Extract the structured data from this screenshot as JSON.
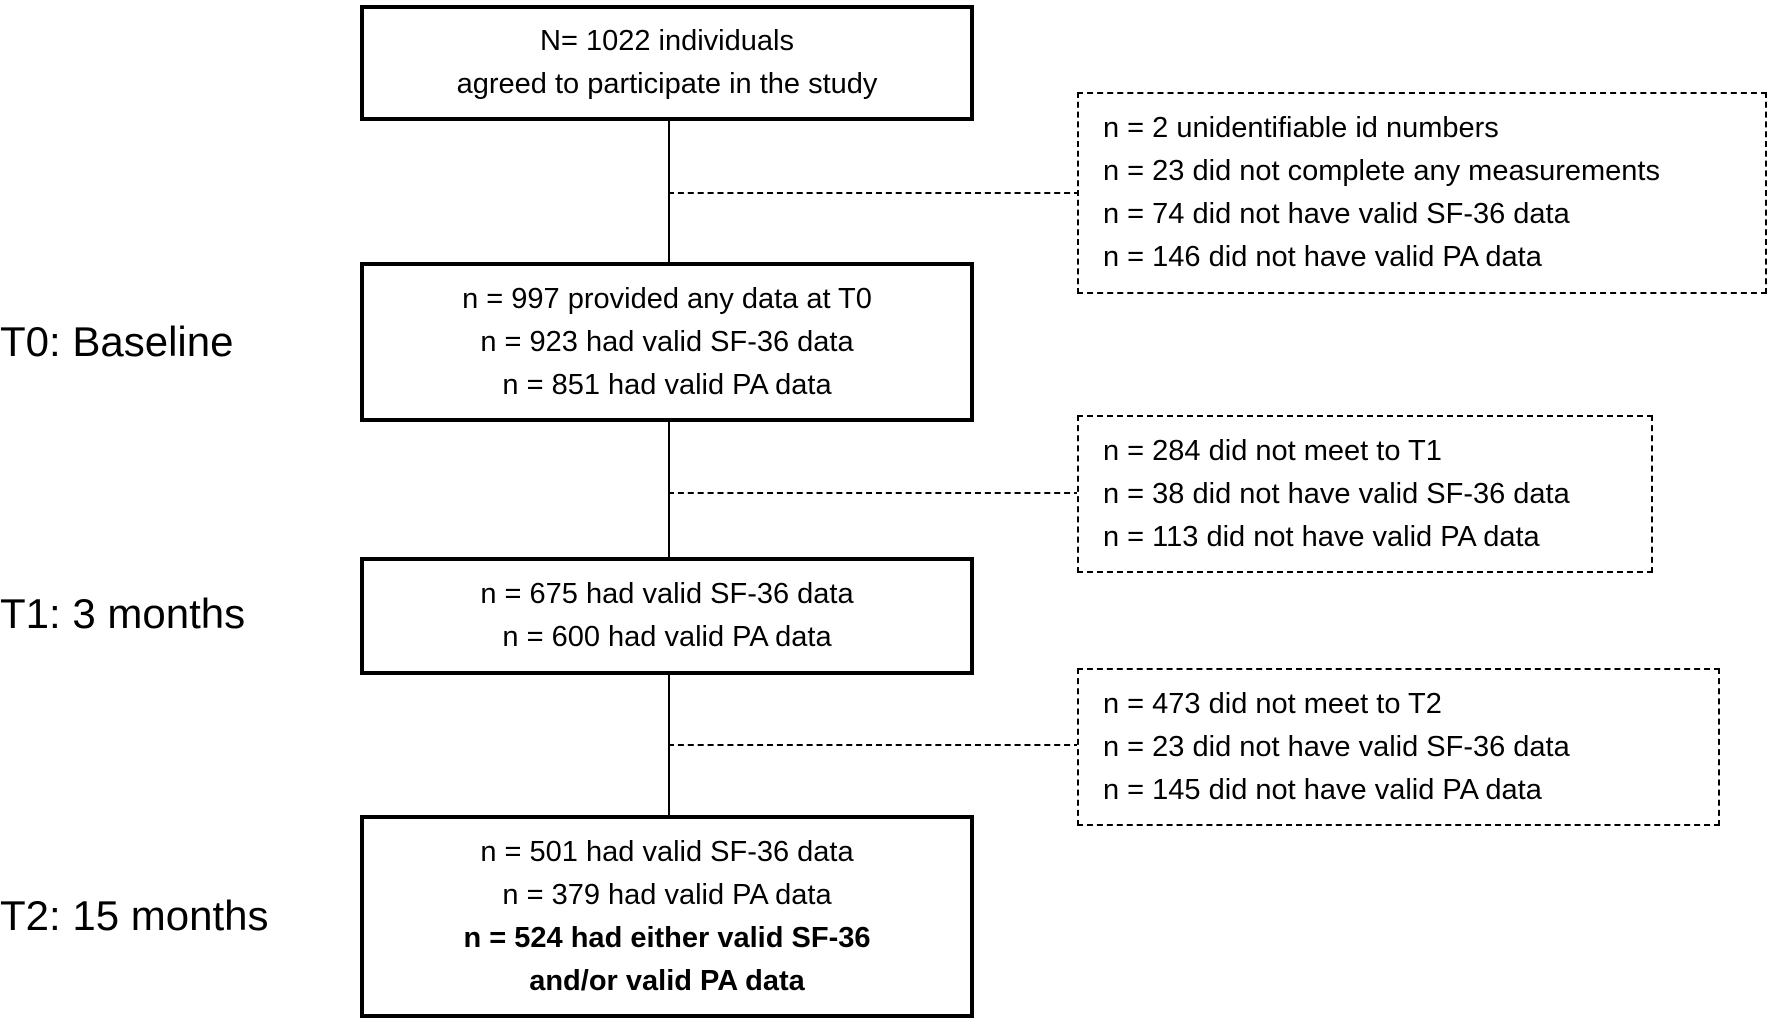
{
  "enrolled_box": {
    "lines": [
      "N= 1022 individuals",
      "agreed to participate in the study"
    ]
  },
  "baseline_box": {
    "lines": [
      "n = 997 provided any data at T0",
      "n = 923 had valid SF-36 data",
      "n = 851 had valid PA data"
    ]
  },
  "t1_box": {
    "lines": [
      "n = 675 had valid SF-36 data",
      "n = 600 had valid PA data"
    ]
  },
  "t2_box": {
    "lines": [
      "n = 501 had valid SF-36 data",
      "n = 379 had valid PA data"
    ],
    "bold_lines": [
      "n = 524 had either valid SF-36",
      "and/or valid PA data"
    ]
  },
  "exclusion_1": {
    "lines": [
      "n = 2 unidentifiable id numbers",
      "n = 23 did not complete any measurements",
      "n = 74 did not have valid SF-36 data",
      "n = 146 did not have valid PA data"
    ]
  },
  "exclusion_2": {
    "lines": [
      "n = 284 did not meet to T1",
      "n = 38 did not have valid SF-36 data",
      "n = 113 did not have valid PA data"
    ]
  },
  "exclusion_3": {
    "lines": [
      "n = 473 did not meet to T2",
      "n = 23 did not have valid SF-36 data",
      "n = 145 did not have valid PA data"
    ]
  },
  "timepoints": {
    "t0": "T0: Baseline",
    "t1": "T1: 3 months",
    "t2": "T2: 15 months"
  }
}
